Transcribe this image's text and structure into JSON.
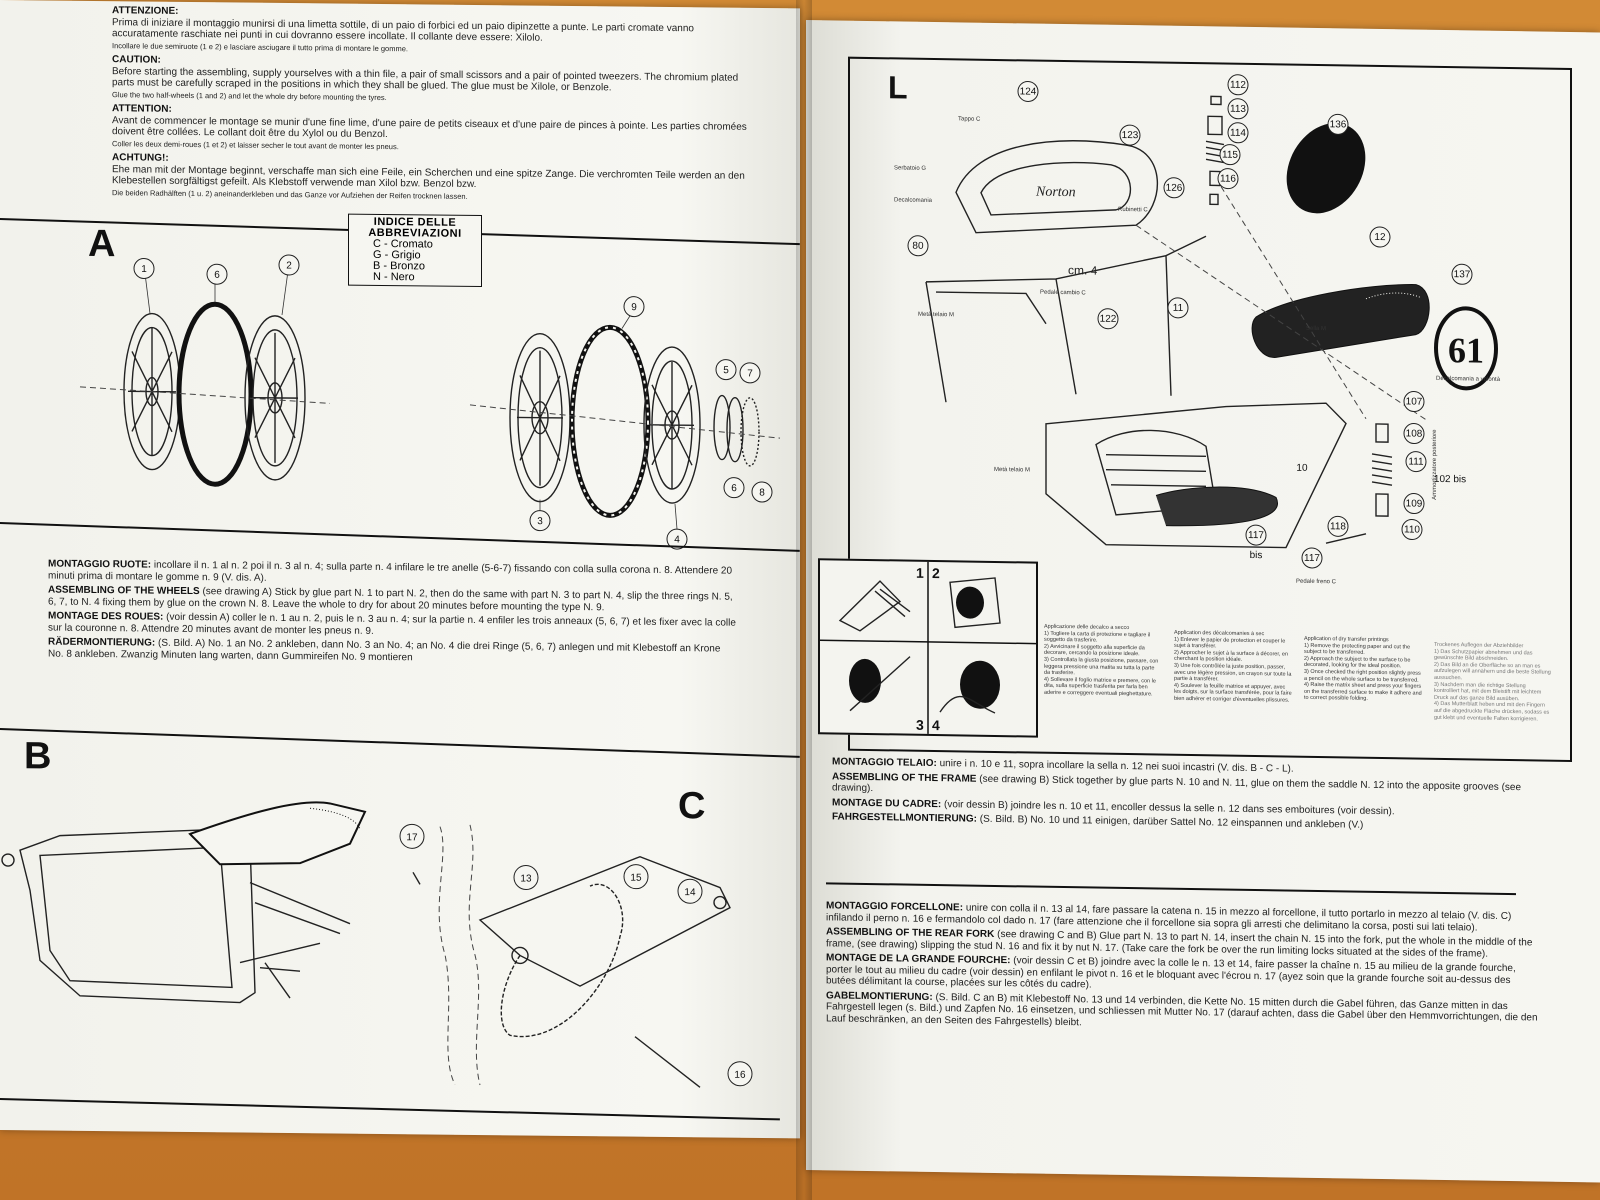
{
  "left_page": {
    "intro": {
      "it": {
        "heading": "ATTENZIONE:",
        "text": "Prima di iniziare il montaggio munirsi di una limetta sottile, di un paio di forbici ed un paio dipinzette a punte. Le parti cromate vanno accuratamente raschiate nei punti in cui dovranno essere incollate. Il collante deve essere: Xilolo.",
        "note": "Incollare le due semiruote (1 e 2) e lasciare asciugare il tutto prima di montare le gomme."
      },
      "en": {
        "heading": "CAUTION:",
        "text": "Before starting the assembling, supply yourselves with a thin file, a pair of small scissors and a pair of pointed tweezers. The chromium plated parts must be carefully scraped in the positions in which they shall be glued. The glue must be Xilole, or Benzole.",
        "note": "Glue the two half-wheels (1 and 2) and let the whole dry before mounting the tyres."
      },
      "fr": {
        "heading": "ATTENTION:",
        "text": "Avant de commencer le montage se munir d'une fine lime, d'une paire de petits ciseaux et d'une paire de pinces à pointe. Les parties chromées doivent être collées. Le collant doit être du Xylol ou du Benzol.",
        "note": "Coller les deux demi-roues (1 et 2) et laisser secher le tout avant de monter les pneus."
      },
      "de": {
        "heading": "ACHTUNG!:",
        "text": "Ehe man mit der Montage beginnt, verschaffe man sich eine Feile, ein Scherchen und eine spitze Zange. Die verchromten Teile werden an den Klebestellen sorgfältigst gefeilt. Als Klebstoff verwende man Xilol bzw. Benzol bzw.",
        "note": "Die beiden Radhälften (1 u. 2) aneinanderkleben und das Ganze vor Aufziehen der Reifen trocknen lassen."
      }
    },
    "abbreviations": {
      "title_1": "INDICE DELLE",
      "title_2": "ABBREVIAZIONI",
      "items": [
        "C - Cromato",
        "G - Grigio",
        "B - Bronzo",
        "N - Nero"
      ]
    },
    "section_a": {
      "letter": "A",
      "callouts": [
        "1",
        "6",
        "2",
        "9",
        "5",
        "7",
        "6",
        "8",
        "3",
        "4"
      ]
    },
    "wheels_text": {
      "it": {
        "heading": "MONTAGGIO RUOTE:",
        "text": "incollare il n. 1 al n. 2 poi il n. 3 al n. 4; sulla parte n. 4 infilare le tre anelle (5-6-7) fissando con colla sulla corona n. 8. Attendere 20 minuti prima di montare le gomme n. 9 (V. dis. A)."
      },
      "en": {
        "heading": "ASSEMBLING OF THE WHEELS",
        "text": "(see drawing A) Stick by glue part N. 1 to part N. 2, then do the same with part N. 3 to part N. 4, slip the three rings N. 5, 6, 7, to N. 4 fixing them by glue on the crown N. 8. Leave the whole to dry for about 20 minutes before mounting the type N. 9."
      },
      "fr": {
        "heading": "MONTAGE DES ROUES:",
        "text": "(voir dessin A) coller le n. 1 au n. 2, puis le n. 3 au n. 4; sur la partie n. 4 enfiler les trois anneaux (5, 6, 7) et les fixer avec la colle sur la couronne n. 8. Attendre 20 minutes avant de monter les pneus n. 9."
      },
      "de": {
        "heading": "RÄDERMONTIERUNG:",
        "text": "(S. Bild. A) No. 1 an No. 2 ankleben, dann No. 3 an No. 4; an No. 4 die drei Ringe (5, 6, 7) anlegen und mit Klebestoff an Krone No. 8 ankleben. Zwanzig Minuten lang warten, dann Gummireifen No. 9 montieren"
      }
    },
    "section_b": {
      "letter": "B"
    },
    "section_c": {
      "letter": "C",
      "callouts": [
        "17",
        "13",
        "15",
        "14",
        "16"
      ]
    }
  },
  "right_page": {
    "section_l": {
      "letter": "L",
      "callouts": [
        "124",
        "112",
        "113",
        "114",
        "115",
        "116",
        "136",
        "123",
        "126",
        "80",
        "12",
        "137",
        "11",
        "122",
        "107",
        "108",
        "111",
        "102 bis",
        "109",
        "110",
        "10",
        "117",
        "bis",
        "118",
        "117"
      ],
      "labels": [
        "Tappo C",
        "Serbatoio G",
        "Decalcomania",
        "Rubinetti C",
        "cm. 4",
        "Pedale cambio C",
        "Metà telaio M",
        "Sella M",
        "Decalcomania a volontà",
        "Metà telaio M",
        "Pedale freno C",
        "Ammortizzatore posteriore"
      ],
      "tank_brand": "Norton",
      "race_number": "61",
      "steps": [
        "1",
        "2",
        "3",
        "4"
      ]
    },
    "transfer_instructions": {
      "it": {
        "heading": "Applicazione delle decalco a secco",
        "items": [
          "1) Togliere la carta di protezione e tagliare il soggetto da trasferire.",
          "2) Avvicinare il soggetto alla superficie da decorare, cercando la posizione ideale.",
          "3) Controllata la giusta posizione, passare, con leggera pressione una matita su tutta la parte da trasferire.",
          "4) Sollevare il foglio matrice e premere, con le dita, sulla superficie trasferita per farla ben aderire e correggere eventuali pieghettature."
        ]
      },
      "fr": {
        "heading": "Application des décalcomanies à sec",
        "items": [
          "1) Enlever le papier de protection et couper le sujet à transférer.",
          "2) Approcher le sujet à la surface à décorer, en cherchant la position idéale.",
          "3) Une fois contrôlée la juste position, passer, avec une légère pression, un crayon sur toute la partie à transférer.",
          "4) Soulever la feuille matrice et appuyer, avec les doigts, sur la surface transférée, pour la faire bien adhérer et corriger d'éventuelles plissures."
        ]
      },
      "en": {
        "heading": "Application of dry transfer printings",
        "items": [
          "1) Remove the protecting paper and cut the subject to be transferred.",
          "2) Approach the subject to the surface to be decorated, looking for the ideal position.",
          "3) Once checked the right position slightly press a pencil on the whole surface to be transferred.",
          "4) Raise the matrix sheet and press your fingers on the transferred surface to make it adhere and to correct possible folding."
        ]
      },
      "de": {
        "heading": "Trockenes Auflegen der Abziehbilder",
        "items": [
          "1) Das Schutzpapier abnehmen und das gewünschte Bild abschneiden.",
          "2) Das Bild an die Oberfläche so an man es aufzulegen will annähern und die beste Stellung aussuchen.",
          "3) Nachdem man die richtige Stellung kontrolliert hat, mit dem Bleistift mit leichtem Druck auf das ganze Bild ausüben.",
          "4) Das Mutterblatt heben und mit den Fingern auf die abgedruckte Fläche drücken, sodass es gut klebt und eventuelle Falten korrigieren."
        ]
      }
    },
    "frame_text": {
      "it": {
        "heading": "MONTAGGIO TELAIO:",
        "text": "unire i n. 10 e 11, sopra incollare la sella n. 12 nei suoi incastri (V. dis. B - C - L)."
      },
      "en": {
        "heading": "ASSEMBLING OF THE FRAME",
        "text": "(see drawing B) Stick together by glue parts N. 10 and N. 11, glue on them the saddle N. 12 into the apposite grooves (see drawing)."
      },
      "fr": {
        "heading": "MONTAGE DU CADRE:",
        "text": "(voir dessin B) joindre les n. 10 et 11, encoller dessus la selle n. 12 dans ses emboitures (voir dessin)."
      },
      "de": {
        "heading": "FAHRGESTELLMONTIERUNG:",
        "text": "(S. Bild. B) No. 10 und 11 einigen, darüber Sattel No. 12 einspannen und ankleben (V.)"
      }
    },
    "fork_text": {
      "it": {
        "heading": "MONTAGGIO FORCELLONE:",
        "text": "unire con colla il n. 13 al 14, fare passare la catena n. 15 in mezzo al forcellone, il tutto portarlo in mezzo al telaio (V. dis. C) infilando il perno n. 16 e fermandolo col dado n. 17 (fare attenzione che il forcellone sia sopra gli arresti che delimitano la corsa, posti sui lati telaio)."
      },
      "en": {
        "heading": "ASSEMBLING OF THE REAR FORK",
        "text": "(see drawing C and B) Glue part N. 13 to part N. 14, insert the chain N. 15 into the fork, put the whole in the middle of the frame, (see drawing) slipping the stud N. 16 and fix it by nut N. 17. (Take care the fork be over the run limiting locks situated at the sides of the frame)."
      },
      "fr": {
        "heading": "MONTAGE DE LA GRANDE FOURCHE:",
        "text": "(voir dessin C et B) joindre avec la colle le n. 13 et 14, faire passer la chaîne n. 15 au milieu de la grande fourche, porter le tout au milieu du cadre (voir dessin) en enfilant le pivot n. 16 et le bloquant avec l'écrou n. 17 (ayez soin que la grande fourche soit au-dessus des butées délimitant la course, placées sur les côtés du cadre)."
      },
      "de": {
        "heading": "GABELMONTIERUNG:",
        "text": "(S. Bild. C an B) mit Klebestoff No. 13 und 14 verbinden, die Kette No. 15 mitten durch die Gabel führen, das Ganze mitten in das Fahrgestell legen (s. Bild.) und Zapfen No. 16 einsetzen, und schliessen mit Mutter No. 17 (darauf achten, dass die Gabel über den Hemmvorrichtungen, die den Lauf beschränken, an den Seiten des Fahrgestells) bleibt."
      }
    }
  }
}
